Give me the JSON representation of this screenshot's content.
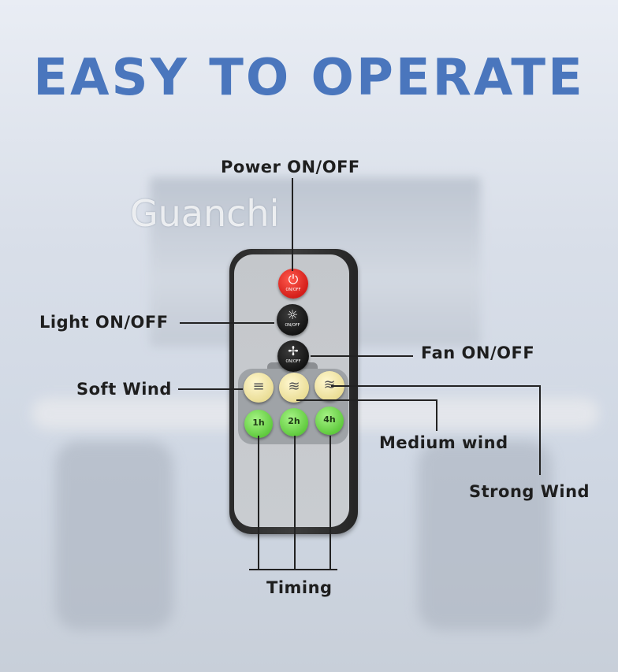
{
  "title": "EASY TO OPERATE",
  "watermark": "Guanchi",
  "remote": {
    "buttons": {
      "power": {
        "icon": "power-icon",
        "glyph": "⏻",
        "sub": "ON/OFF"
      },
      "light": {
        "icon": "bulb-icon",
        "glyph": "☼",
        "sub": "ON/OFF"
      },
      "fan": {
        "icon": "fan-icon",
        "glyph": "✢",
        "sub": "ON/OFF"
      },
      "soft": {
        "icon": "soft-wind-icon",
        "glyph": "≡"
      },
      "medium": {
        "icon": "medium-wind-icon",
        "glyph": "≋"
      },
      "strong": {
        "icon": "strong-wind-icon",
        "glyph": "≋"
      },
      "t1": {
        "label": "1h"
      },
      "t2": {
        "label": "2h"
      },
      "t4": {
        "label": "4h"
      }
    }
  },
  "callouts": {
    "power": "Power ON/OFF",
    "light": "Light ON/OFF",
    "fan": "Fan ON/OFF",
    "soft": "Soft Wind",
    "medium": "Medium wind",
    "strong": "Strong Wind",
    "timing": "Timing"
  },
  "colors": {
    "title": "#4a76bd",
    "power_button": "#d41e1a",
    "wind_buttons": "#e9dc93",
    "timer_buttons": "#5cc83a",
    "remote_body": "#2a2a2a"
  }
}
